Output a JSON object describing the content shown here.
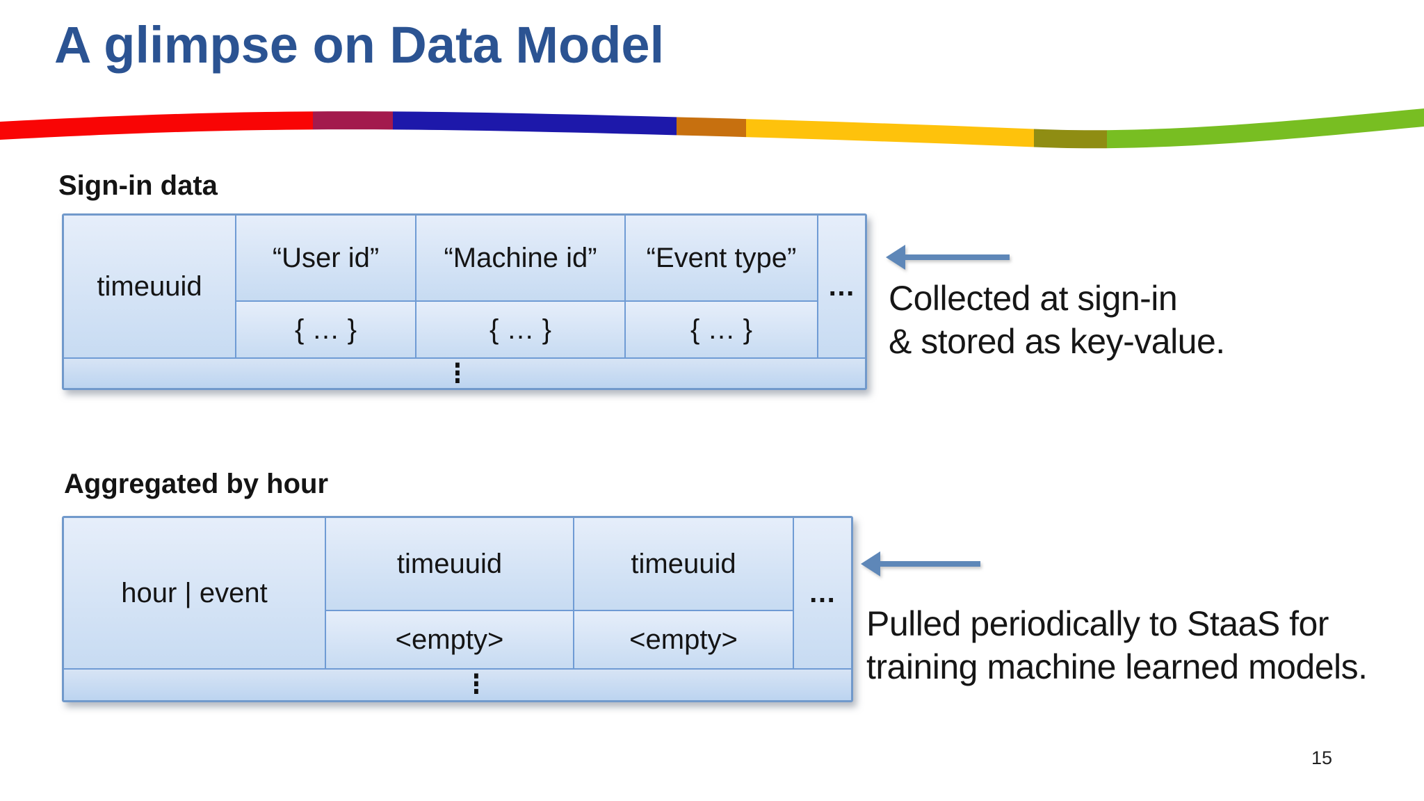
{
  "slide": {
    "title": "A glimpse on Data Model",
    "page_number": "15"
  },
  "ribbon": {
    "colors": [
      "#F90505",
      "#A31A4D",
      "#1D18AA",
      "#C7700F",
      "#FEC20C",
      "#8F8D13",
      "#78BE22"
    ]
  },
  "accent": {
    "title_color": "#2B5392",
    "arrow_color": "#5E87B8",
    "table_border": "#7199CB",
    "table_line": "#6F9BD4",
    "cell_fill_top": "#E6EEFA",
    "cell_fill_bottom": "#C7DBF2"
  },
  "signin": {
    "label": "Sign-in data",
    "key_cell": "timeuuid",
    "columns": [
      {
        "header": "“User id”",
        "value": "{ … }"
      },
      {
        "header": "“Machine id”",
        "value": "{ … }"
      },
      {
        "header": "“Event type”",
        "value": "{ … }"
      }
    ],
    "more_cell": "…",
    "row_ellipsis": "⋮",
    "note_line1": "Collected at sign-in",
    "note_line2": "& stored as key-value."
  },
  "hourly": {
    "label": "Aggregated by hour",
    "key_cell": "hour | event",
    "columns": [
      {
        "header": "timeuuid",
        "value": "<empty>"
      },
      {
        "header": "timeuuid",
        "value": "<empty>"
      }
    ],
    "more_cell": "…",
    "row_ellipsis": "⋮",
    "note_line1": "Pulled periodically to StaaS for",
    "note_line2": "training machine learned models."
  }
}
